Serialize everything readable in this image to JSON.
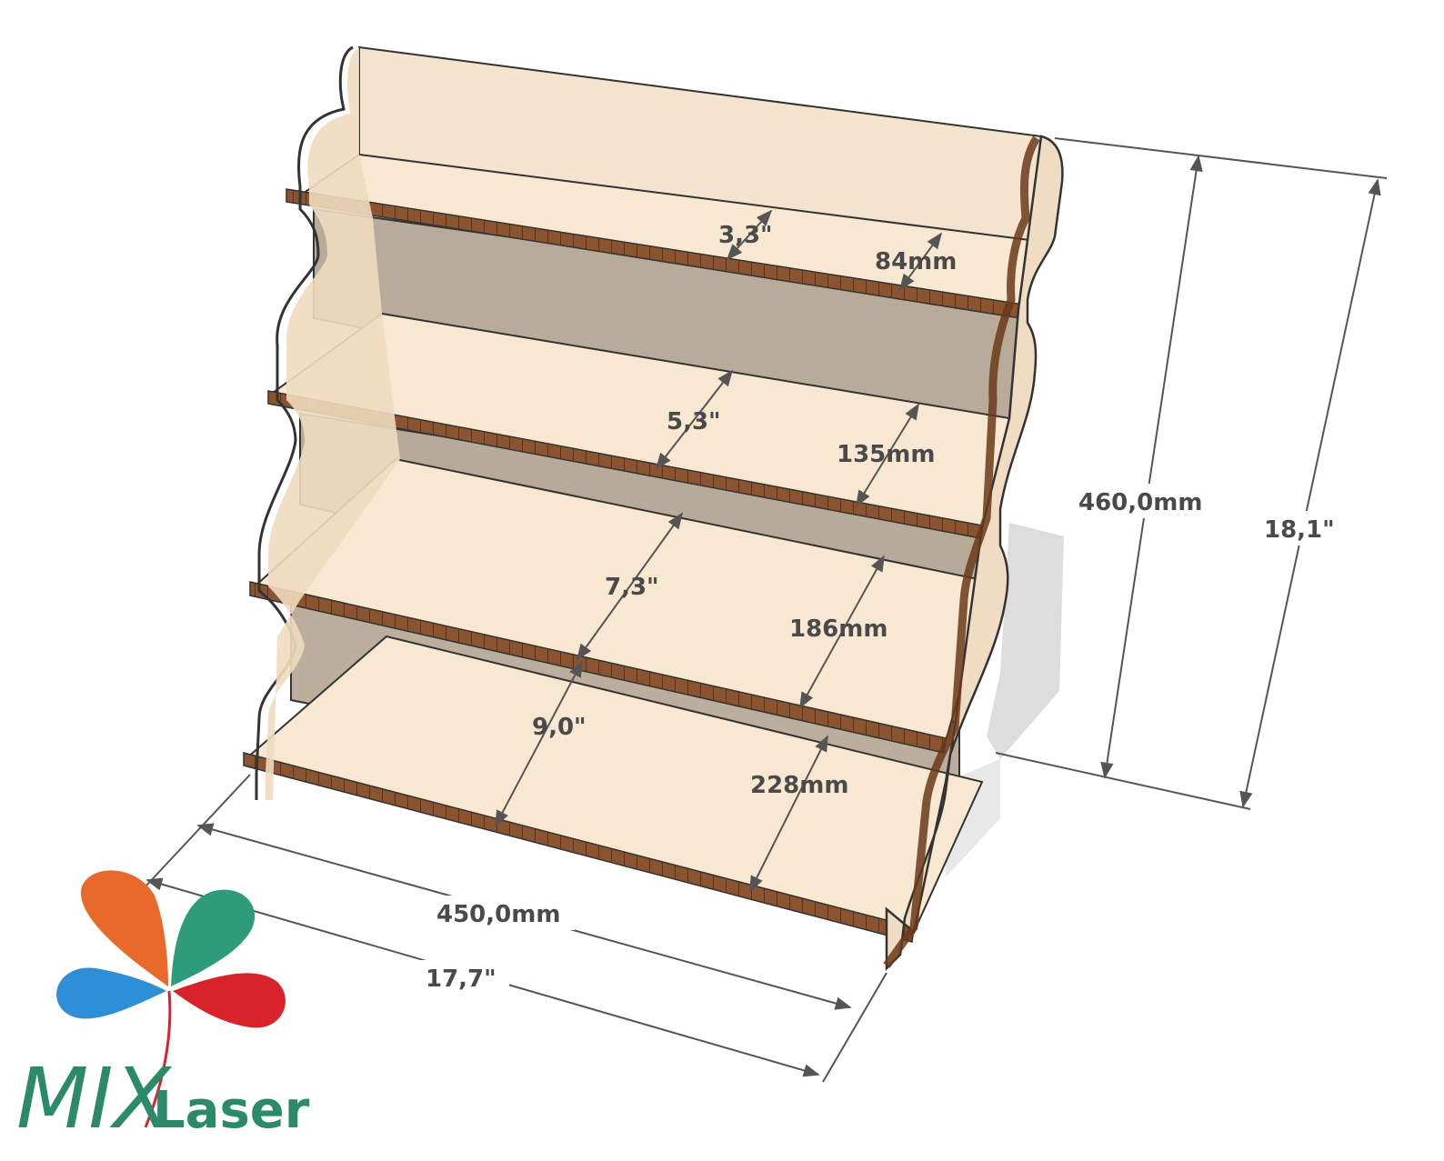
{
  "dimensions": {
    "shelf1_in": "3,3\"",
    "shelf1_mm": "84mm",
    "shelf2_in": "5,3\"",
    "shelf2_mm": "135mm",
    "shelf3_in": "7,3\"",
    "shelf3_mm": "186mm",
    "shelf4_in": "9,0\"",
    "shelf4_mm": "228mm",
    "height_mm": "460,0mm",
    "height_in": "18,1\"",
    "width_mm": "450,0mm",
    "width_in": "17,7\""
  },
  "logo": {
    "mark": "MIX",
    "text": "Laser",
    "colors": {
      "orange": "#e8692a",
      "teal": "#2e9c7a",
      "blue": "#2f8fd6",
      "red": "#d8232a",
      "text": "#2a8a6a"
    }
  },
  "colors": {
    "plywood_face": "#f7e6cf",
    "plywood_side": "#efdcc2",
    "plywood_shadow": "#b8aa98",
    "edge": "#7a4a2a",
    "dimension_line": "#555555"
  }
}
